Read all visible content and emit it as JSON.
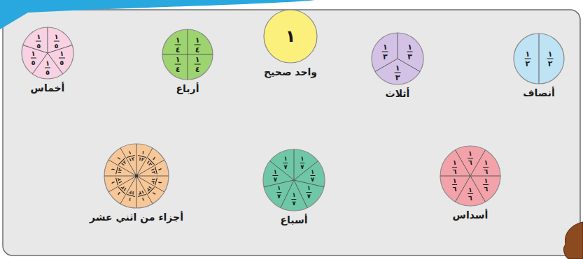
{
  "diagram": {
    "nodes": [
      {
        "text": [
          "واحد صحيح",
          "١"
        ]
      },
      {
        "text": [
          "أنصاف",
          "١",
          "٢",
          "١",
          "٢"
        ]
      },
      {
        "text": [
          "أثلاث",
          "١",
          "٣",
          "١",
          "٣",
          "١",
          "٣"
        ]
      },
      {
        "text": [
          "أرباع",
          "١",
          "٤",
          "١",
          "٤",
          "١",
          "٤",
          "١",
          "٤"
        ]
      },
      {
        "text": [
          "أخماس",
          "١",
          "٥",
          "١",
          "٥",
          "١",
          "٥",
          "١",
          "٥",
          "١",
          "٥"
        ]
      },
      {
        "text": [
          "أسداس",
          "١",
          "٦",
          "١",
          "٦",
          "١",
          "٦",
          "١",
          "٦",
          "١",
          "٦",
          "١",
          "٦"
        ]
      },
      {
        "text": [
          "أسباع",
          "١",
          "٧",
          "١",
          "٧",
          "١",
          "٧",
          "١",
          "٧",
          "١",
          "٧",
          "١",
          "٧",
          "١",
          "٧"
        ]
      },
      {
        "text": [
          "أجزاء من اثني عشر",
          "١",
          "١٢",
          "١",
          "١٢",
          "١",
          "١٢",
          "١",
          "١٢",
          "١",
          "١٢",
          "١",
          "١٢",
          "١",
          "١٢",
          "١",
          "١٢",
          "١",
          "١٢",
          "١",
          "١٢",
          "١",
          "١٢",
          "١",
          "١٢"
        ]
      }
    ]
  }
}
